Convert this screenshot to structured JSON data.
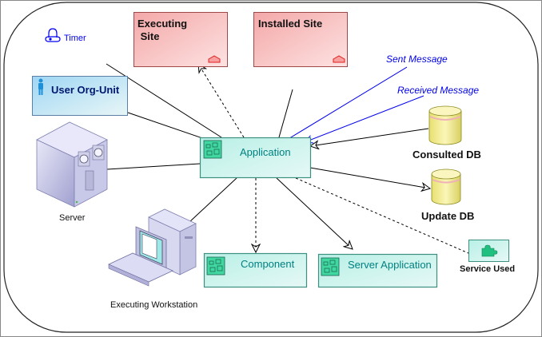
{
  "diagram": {
    "title": "Application context diagram",
    "nodes": {
      "timer": {
        "label": "Timer",
        "icon": "timer-bell-icon",
        "color": "#0000cc"
      },
      "executing_site": {
        "label_line1": "Executing",
        "label_line2": " Site",
        "icon": "site-icon"
      },
      "installed_site": {
        "label": "Installed Site",
        "icon": "site-icon"
      },
      "user_org_unit": {
        "label": "User Org-Unit",
        "icon": "person-icon"
      },
      "server": {
        "label": "Server",
        "icon": "server-icon"
      },
      "application": {
        "label": "Application",
        "icon": "puzzle-icon"
      },
      "consulted_db": {
        "label": "Consulted DB",
        "icon": "database-icon"
      },
      "update_db": {
        "label": "Update DB",
        "icon": "database-icon"
      },
      "executing_workstation": {
        "label": "Executing Workstation",
        "icon": "workstation-icon"
      },
      "component": {
        "label": "Component",
        "icon": "puzzle-icon"
      },
      "server_application": {
        "label": "Server Application",
        "icon": "puzzle-icon"
      },
      "service_used": {
        "label": "Service Used",
        "icon": "puzzle-piece-icon"
      }
    },
    "annotations": {
      "sent_message": "Sent Message",
      "received_message": "Received Message"
    },
    "edges": [
      {
        "from": "timer",
        "to": "application",
        "style": "solid"
      },
      {
        "from": "application",
        "to": "executing_site",
        "style": "dashed",
        "arrow": "to"
      },
      {
        "from": "installed_site",
        "to": "application",
        "style": "solid"
      },
      {
        "from": "user_org_unit",
        "to": "application",
        "style": "solid"
      },
      {
        "from": "server",
        "to": "application",
        "style": "solid"
      },
      {
        "from": "sent_message",
        "to": "application",
        "style": "solid-blue"
      },
      {
        "from": "received_message",
        "to": "application",
        "style": "solid-blue",
        "arrow": "to"
      },
      {
        "from": "consulted_db",
        "to": "application",
        "style": "solid",
        "arrow": "to"
      },
      {
        "from": "application",
        "to": "update_db",
        "style": "solid",
        "arrow": "to"
      },
      {
        "from": "executing_workstation",
        "to": "application",
        "style": "solid"
      },
      {
        "from": "application",
        "to": "component",
        "style": "dashed",
        "arrow": "to"
      },
      {
        "from": "application",
        "to": "server_application",
        "style": "solid",
        "arrow": "to"
      },
      {
        "from": "application",
        "to": "service_used",
        "style": "dashed"
      }
    ],
    "colors": {
      "site_fill": "#f8c4c4",
      "site_border": "#a04040",
      "app_fill": "#c8f2ec",
      "app_border": "#3c9080",
      "app_text": "#008080",
      "org_fill": "#c8e8f8",
      "org_border": "#5080a8",
      "org_text": "#000080",
      "db_fill": "#f4f0a0",
      "message_color": "#0000ff"
    }
  }
}
